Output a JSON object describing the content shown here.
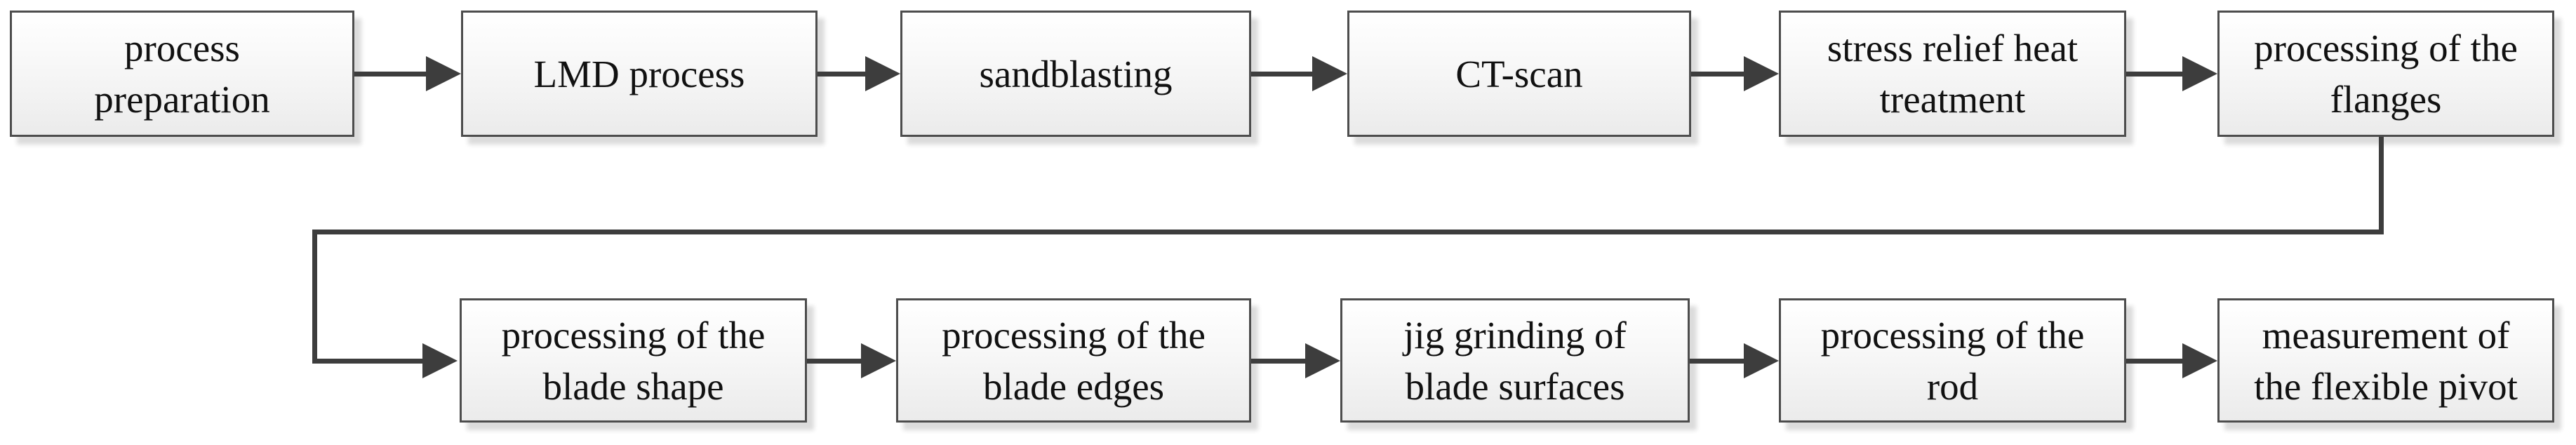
{
  "flow": {
    "nodes": [
      {
        "id": "process-preparation",
        "row": 1,
        "label": "process\npreparation"
      },
      {
        "id": "lmd-process",
        "row": 1,
        "label": "LMD process"
      },
      {
        "id": "sandblasting",
        "row": 1,
        "label": "sandblasting"
      },
      {
        "id": "ct-scan",
        "row": 1,
        "label": "CT-scan"
      },
      {
        "id": "stress-relief-heat-treatment",
        "row": 1,
        "label": "stress relief heat\ntreatment"
      },
      {
        "id": "processing-of-the-flanges",
        "row": 1,
        "label": "processing of the\nflanges"
      },
      {
        "id": "processing-of-the-blade-shape",
        "row": 2,
        "label": "processing of the\nblade shape"
      },
      {
        "id": "processing-of-the-blade-edges",
        "row": 2,
        "label": "processing of the\nblade edges"
      },
      {
        "id": "jig-grinding-of-blade-surfaces",
        "row": 2,
        "label": "jig grinding of\nblade surfaces"
      },
      {
        "id": "processing-of-the-rod",
        "row": 2,
        "label": "processing of the\nrod"
      },
      {
        "id": "measurement-of-the-flexible-pivot",
        "row": 2,
        "label": "measurement of\nthe flexible pivot"
      }
    ],
    "edges": [
      {
        "from": "process-preparation",
        "to": "lmd-process",
        "route": "straight"
      },
      {
        "from": "lmd-process",
        "to": "sandblasting",
        "route": "straight"
      },
      {
        "from": "sandblasting",
        "to": "ct-scan",
        "route": "straight"
      },
      {
        "from": "ct-scan",
        "to": "stress-relief-heat-treatment",
        "route": "straight"
      },
      {
        "from": "stress-relief-heat-treatment",
        "to": "processing-of-the-flanges",
        "route": "straight"
      },
      {
        "from": "processing-of-the-flanges",
        "to": "processing-of-the-blade-shape",
        "route": "elbow-down-left-down"
      },
      {
        "from": "processing-of-the-blade-shape",
        "to": "processing-of-the-blade-edges",
        "route": "straight"
      },
      {
        "from": "processing-of-the-blade-edges",
        "to": "jig-grinding-of-blade-surfaces",
        "route": "straight"
      },
      {
        "from": "jig-grinding-of-blade-surfaces",
        "to": "processing-of-the-rod",
        "route": "straight"
      },
      {
        "from": "processing-of-the-rod",
        "to": "measurement-of-the-flexible-pivot",
        "route": "straight"
      }
    ],
    "colors": {
      "box_border": "#4d4d4d",
      "box_fill_top": "#ffffff",
      "box_fill_mid": "#f7f7f7",
      "box_fill_bottom": "#ebebeb",
      "connector": "#3d3d3d",
      "text": "#111111",
      "shadow": "#dcdcdc",
      "background": "#ffffff"
    }
  }
}
